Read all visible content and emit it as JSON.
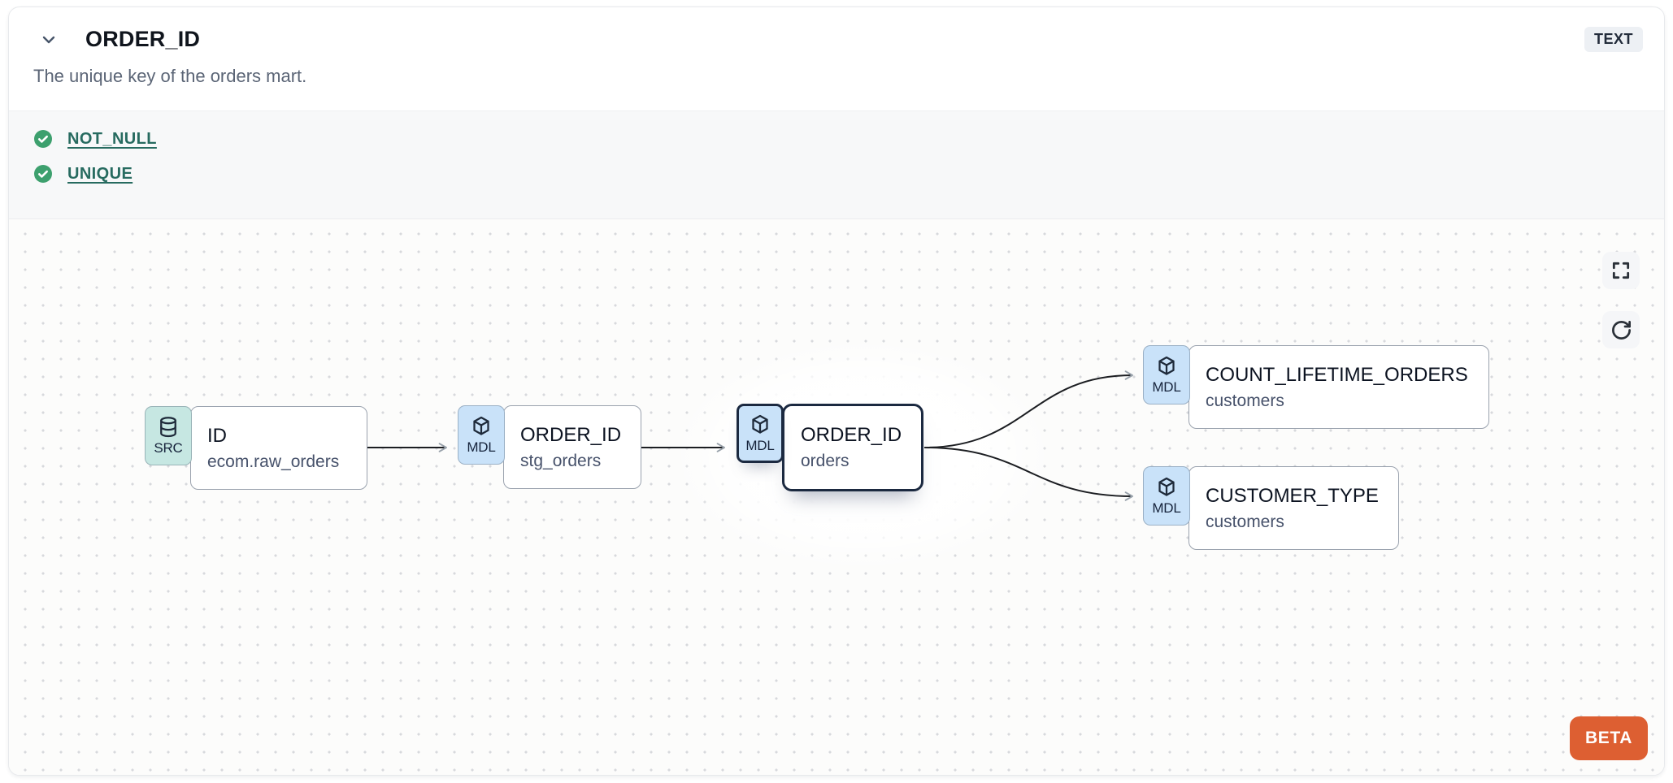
{
  "header": {
    "title": "ORDER_ID",
    "type_badge": "TEXT",
    "description": "The unique key of the orders mart."
  },
  "tests": {
    "items": [
      {
        "name": "NOT_NULL",
        "status": "passed"
      },
      {
        "name": "UNIQUE",
        "status": "passed"
      }
    ]
  },
  "lineage": {
    "beta_label": "BETA",
    "nodes": [
      {
        "badge": "SRC",
        "icon": "database-icon",
        "title": "ID",
        "subtitle": "ecom.raw_orders",
        "selected": false
      },
      {
        "badge": "MDL",
        "icon": "cube-icon",
        "title": "ORDER_ID",
        "subtitle": "stg_orders",
        "selected": false
      },
      {
        "badge": "MDL",
        "icon": "cube-icon",
        "title": "ORDER_ID",
        "subtitle": "orders",
        "selected": true
      },
      {
        "badge": "MDL",
        "icon": "cube-icon",
        "title": "COUNT_LIFETIME_ORDERS",
        "subtitle": "customers",
        "selected": false
      },
      {
        "badge": "MDL",
        "icon": "cube-icon",
        "title": "CUSTOMER_TYPE",
        "subtitle": "customers",
        "selected": false
      }
    ],
    "edges": [
      {
        "from": "ID (ecom.raw_orders)",
        "to": "ORDER_ID (stg_orders)"
      },
      {
        "from": "ORDER_ID (stg_orders)",
        "to": "ORDER_ID (orders)"
      },
      {
        "from": "ORDER_ID (orders)",
        "to": "COUNT_LIFETIME_ORDERS (customers)"
      },
      {
        "from": "ORDER_ID (orders)",
        "to": "CUSTOMER_TYPE (customers)"
      }
    ]
  },
  "colors": {
    "src_badge": "#c6e7e2",
    "mdl_badge": "#c9e2f9",
    "check_green": "#3da06e",
    "link_teal": "#276b60",
    "selected_border": "#1b2940",
    "beta_orange": "#dd5f32"
  }
}
